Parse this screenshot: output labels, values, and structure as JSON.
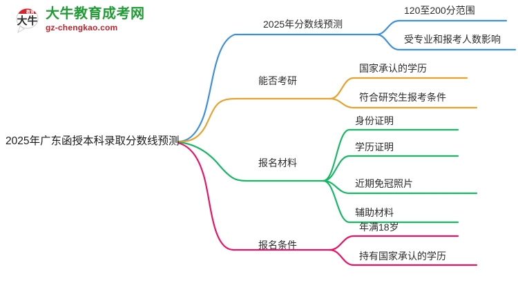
{
  "brand": {
    "mark_text": "大牛",
    "title": "大牛教育成考网",
    "subtitle": "gz-chengkao.com",
    "title_color": "#1f9d34",
    "subtitle_color": "#c02128",
    "mark_color": "#d8232a"
  },
  "mindmap": {
    "root": {
      "label": "2025年广东函授本科录取分数线预测"
    },
    "branches": [
      {
        "label": "2025年分数线预测",
        "color": "#3c8ede",
        "children": [
          {
            "label": "120至200分范围"
          },
          {
            "label": "受专业和报考人数影响"
          }
        ]
      },
      {
        "label": "能否考研",
        "color": "#e8a12a",
        "children": [
          {
            "label": "国家承认的学历"
          },
          {
            "label": "符合研究生报考条件"
          }
        ]
      },
      {
        "label": "报名材料",
        "color": "#16b864",
        "children": [
          {
            "label": "身份证明"
          },
          {
            "label": "学历证明"
          },
          {
            "label": "近期免冠照片"
          },
          {
            "label": "辅助材料"
          }
        ]
      },
      {
        "label": "报名条件",
        "color": "#ed1164",
        "children": [
          {
            "label": "年满18岁"
          },
          {
            "label": "持有国家承认的学历"
          }
        ]
      }
    ]
  }
}
